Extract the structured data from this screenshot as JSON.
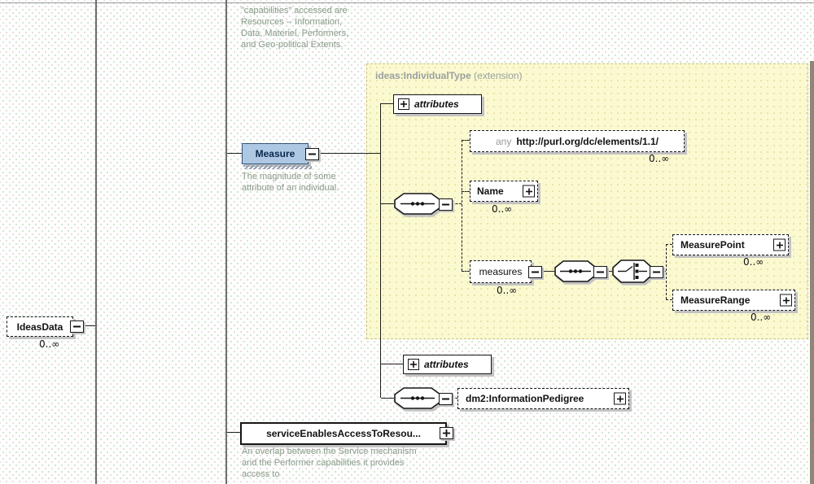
{
  "top_note": {
    "lines": [
      "\"capabilities\" accessed are",
      "Resources -- Information,",
      "Data, Materiel, Performers,",
      "and Geo-political Extents."
    ]
  },
  "ideas_data": {
    "label": "IdeasData",
    "occurs": "0..∞"
  },
  "measure": {
    "label": "Measure",
    "annotation": [
      "The magnitude of some",
      "attribute of an individual."
    ]
  },
  "extension": {
    "title": "ideas:IndividualType",
    "qualifier": " (extension)"
  },
  "attributes_top": {
    "label": "attributes"
  },
  "attributes_bottom": {
    "label": "attributes"
  },
  "any_element": {
    "prefix": "any",
    "label": "http://purl.org/dc/elements/1.1/",
    "occurs": "0..∞"
  },
  "name_element": {
    "label": "Name",
    "occurs": "0..∞"
  },
  "measures_element": {
    "label": "measures",
    "occurs": "0..∞"
  },
  "measure_point": {
    "label": "MeasurePoint",
    "occurs": "0..∞"
  },
  "measure_range": {
    "label": "MeasureRange",
    "occurs": "0..∞"
  },
  "pedigree": {
    "label": "dm2:InformationPedigree"
  },
  "service": {
    "label": "serviceEnablesAccessToResou...",
    "annotation": [
      "An overlap between the Service mechanism",
      "and the Performer capabilities it provides",
      "access to"
    ]
  },
  "colors": {
    "selected_element_fill": "#aec8e4",
    "selected_element_border": "#33567c",
    "extension_fill": "#fbf9d0",
    "annotation_text": "#8a9a8a",
    "shadow": "#c3c3c3"
  }
}
